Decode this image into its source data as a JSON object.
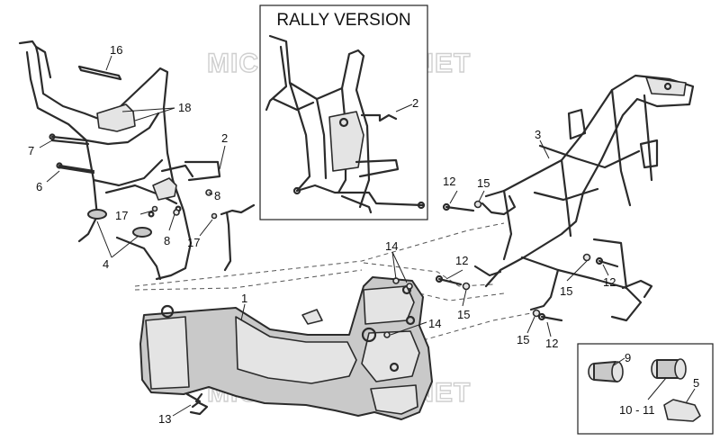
{
  "inset_title": "RALLY VERSION",
  "watermarks": [
    "MICROFICHES.NET",
    "MICROFICHES.NET"
  ],
  "callouts": {
    "c1": "1",
    "c2a": "2",
    "c2b": "2",
    "c3": "3",
    "c4": "4",
    "c5": "5",
    "c6": "6",
    "c7": "7",
    "c8a": "8",
    "c8b": "8",
    "c9": "9",
    "c10_11": "10 - 11",
    "c12a": "12",
    "c12b": "12",
    "c12c": "12",
    "c12d": "12",
    "c13": "13",
    "c14a": "14",
    "c14b": "14",
    "c15a": "15",
    "c15b": "15",
    "c15c": "15",
    "c15d": "15",
    "c16": "16",
    "c17a": "17",
    "c17b": "17",
    "c18": "18"
  }
}
